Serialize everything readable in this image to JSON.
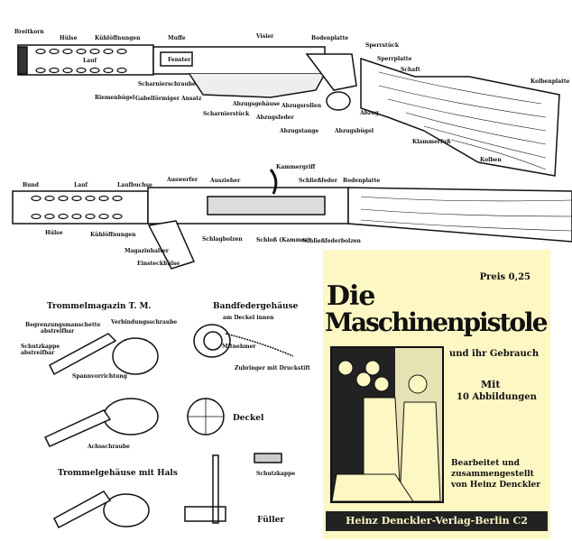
{
  "top_gun_labels": [
    "Breitkorn",
    "Hülse",
    "Kühlöffnungen",
    "Muffe",
    "Lauf",
    "Fenster",
    "Visier",
    "Bodenplatte",
    "Sperrstück",
    "Sperrplatte",
    "Schaft",
    "Kolbenplatte",
    "Riemenbügel",
    "Scharnierschraube",
    "Gabelförmiger Ansatz",
    "Scharnierstück",
    "Abzugsgehäuse",
    "Abzugsrollen",
    "Abzugsfeder",
    "Abzug",
    "Abzugstange",
    "Abzugsbügel",
    "Klammerfuß",
    "Kolben"
  ],
  "section_labels": [
    "Kammergriff",
    "Bund",
    "Lauf",
    "Laufbuchse",
    "Auswerfer",
    "Auszieher",
    "Schließfeder",
    "Bodenplatte",
    "Hülse",
    "Kühlöffnungen",
    "Schlagbolzen",
    "Schloß (Kammer)",
    "Schließfederbolzen",
    "Magazinhalter",
    "Einsteckhülse"
  ],
  "parts": {
    "drum_title": "Trommelmagazin T. M.",
    "drum_labels": [
      "Begrenzungsmanschette",
      "abstreifbar",
      "Verbindungsschraube",
      "Schutzkappe",
      "abstreifbar",
      "Spannvorrichtung",
      "Achsschraube"
    ],
    "spring_title": "Bandfedergehäuse",
    "spring_sub": "am Deckel innen",
    "spring_labels": [
      "Mitnehmer",
      "Zubringer mit Druckstift"
    ],
    "deckel": "Deckel",
    "schutzkappe": "Schutzkappe",
    "housing_title": "Trommelgehäuse mit Hals",
    "fueller": "Füller"
  },
  "cover": {
    "price": "Preis 0,25",
    "title1": "Die",
    "title2": "Maschinenpistole",
    "subtitle": "und ihr Gebrauch",
    "mit": "Mit",
    "illus": "10 Abbildungen",
    "credit1": "Bearbeitet und",
    "credit2": "zusammengestellt",
    "credit3": "von Heinz Denckler",
    "publisher": "Heinz Denckler-Verlag-Berlin C2",
    "bg": "#fdf7c4"
  }
}
